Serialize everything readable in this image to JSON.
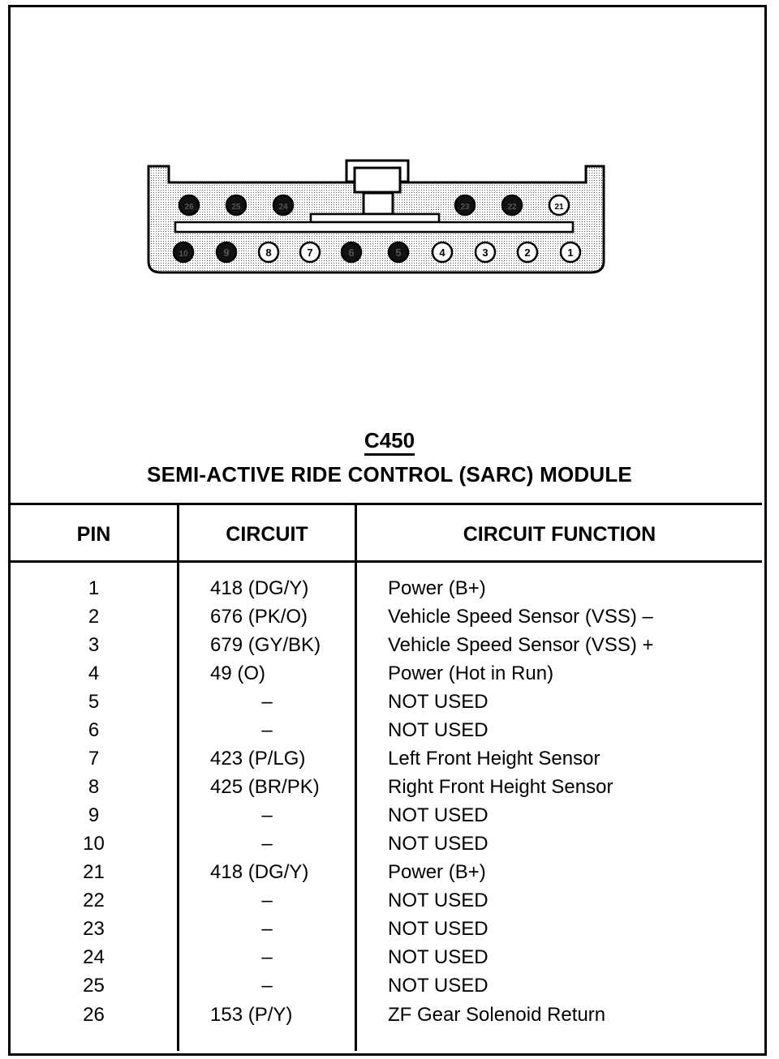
{
  "connector": {
    "id": "C450",
    "name": "SEMI-ACTIVE RIDE CONTROL (SARC) MODULE",
    "top_row_pins": [
      "26",
      "25",
      "24",
      "23",
      "22",
      "21"
    ],
    "bottom_row_pins": [
      "10",
      "9",
      "8",
      "7",
      "6",
      "5",
      "4",
      "3",
      "2",
      "1"
    ],
    "unused_pins": [
      "26",
      "25",
      "24",
      "23",
      "22",
      "10",
      "9",
      "6",
      "5"
    ]
  },
  "table": {
    "headers": {
      "pin": "PIN",
      "circuit": "CIRCUIT",
      "function": "CIRCUIT FUNCTION"
    },
    "rows": [
      {
        "pin": "1",
        "circuit": "418 (DG/Y)",
        "function": "Power (B+)"
      },
      {
        "pin": "2",
        "circuit": "676 (PK/O)",
        "function": "Vehicle Speed Sensor (VSS) –"
      },
      {
        "pin": "3",
        "circuit": "679 (GY/BK)",
        "function": "Vehicle Speed Sensor (VSS) +"
      },
      {
        "pin": "4",
        "circuit": "49 (O)",
        "function": "Power (Hot in Run)"
      },
      {
        "pin": "5",
        "circuit": "–",
        "function": "NOT USED"
      },
      {
        "pin": "6",
        "circuit": "–",
        "function": "NOT USED"
      },
      {
        "pin": "7",
        "circuit": "423 (P/LG)",
        "function": "Left Front Height Sensor"
      },
      {
        "pin": "8",
        "circuit": "425 (BR/PK)",
        "function": "Right Front Height Sensor"
      },
      {
        "pin": "9",
        "circuit": "–",
        "function": "NOT USED"
      },
      {
        "pin": "10",
        "circuit": "–",
        "function": "NOT USED"
      },
      {
        "pin": "21",
        "circuit": "418 (DG/Y)",
        "function": "Power (B+)"
      },
      {
        "pin": "22",
        "circuit": "–",
        "function": "NOT USED"
      },
      {
        "pin": "23",
        "circuit": "–",
        "function": "NOT USED"
      },
      {
        "pin": "24",
        "circuit": "–",
        "function": "NOT USED"
      },
      {
        "pin": "25",
        "circuit": "–",
        "function": "NOT USED"
      },
      {
        "pin": "26",
        "circuit": "153 (P/Y)",
        "function": "ZF Gear Solenoid Return"
      }
    ]
  }
}
